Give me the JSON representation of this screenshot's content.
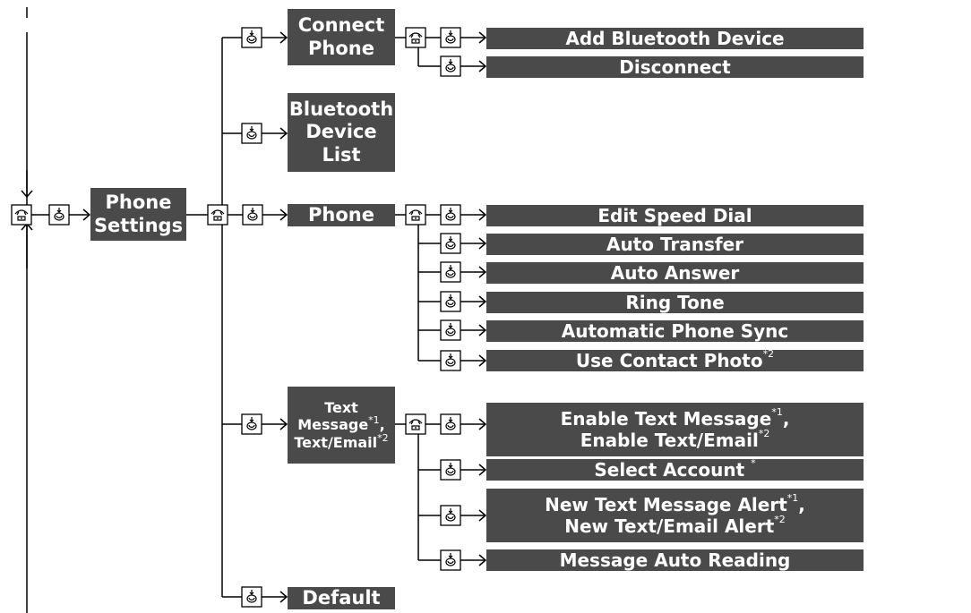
{
  "menus": {
    "phone_settings": [
      "Phone",
      "Settings"
    ],
    "connect_phone": [
      "Connect",
      "Phone"
    ],
    "bluetooth_device_list": [
      "Bluetooth",
      "Device",
      "List"
    ],
    "phone": [
      "Phone"
    ],
    "text_message": [
      {
        "text": "Text",
        "sup": ""
      },
      {
        "text": "Message",
        "sup": "*1",
        "suffix": ","
      },
      {
        "text": "Text/Email",
        "sup": "*2"
      }
    ],
    "default": [
      "Default"
    ]
  },
  "items": {
    "add_bluetooth_device": [
      {
        "text": "Add Bluetooth Device",
        "sup": ""
      }
    ],
    "disconnect": [
      {
        "text": "Disconnect",
        "sup": ""
      }
    ],
    "edit_speed_dial": [
      {
        "text": "Edit Speed Dial",
        "sup": ""
      }
    ],
    "auto_transfer": [
      {
        "text": "Auto Transfer",
        "sup": ""
      }
    ],
    "auto_answer": [
      {
        "text": "Auto Answer",
        "sup": ""
      }
    ],
    "ring_tone": [
      {
        "text": "Ring Tone",
        "sup": ""
      }
    ],
    "automatic_phone_sync": [
      {
        "text": "Automatic Phone Sync",
        "sup": ""
      }
    ],
    "use_contact_photo": [
      {
        "text": "Use Contact Photo",
        "sup": "*2"
      }
    ],
    "enable_text": [
      {
        "text": "Enable Text Message",
        "sup": "*1",
        "suffix": ","
      },
      {
        "text": "Enable Text/Email",
        "sup": "*2"
      }
    ],
    "select_account": [
      {
        "text": "Select Account ",
        "sup": "*"
      }
    ],
    "new_text_alert": [
      {
        "text": "New Text Message Alert",
        "sup": "*1",
        "suffix": ","
      },
      {
        "text": "New Text/Email Alert",
        "sup": "*2"
      }
    ],
    "message_auto_reading": [
      {
        "text": "Message Auto Reading",
        "sup": ""
      }
    ]
  },
  "icons": {
    "phone_button": "phone-icon",
    "select_knob": "knob-press-icon"
  },
  "colors": {
    "box_fill": "#4a4a4a",
    "box_text": "#ffffff",
    "line": "#000000"
  }
}
